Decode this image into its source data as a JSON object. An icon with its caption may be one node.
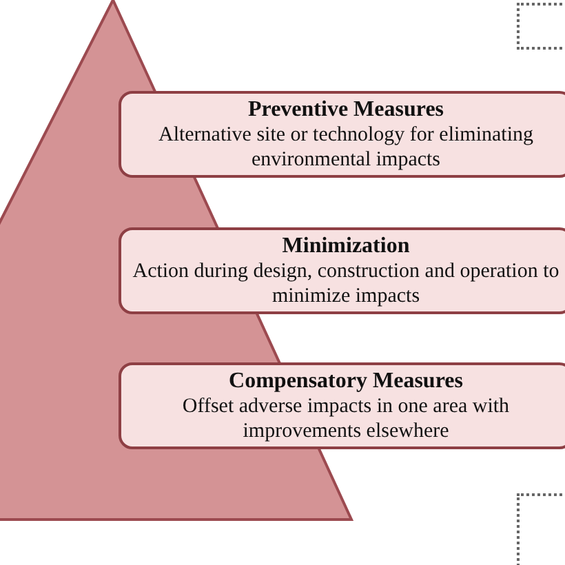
{
  "diagram": {
    "nodes": [
      {
        "text": [],
        "shape": "triangle"
      },
      {
        "text": [],
        "shape": "box"
      },
      {
        "text": [
          "Preventive Measures",
          "Alternative site or technology for eliminating environmental impacts"
        ]
      },
      {
        "text": [
          "Minimization",
          "Action during design, construction and operation to minimize impacts"
        ]
      },
      {
        "text": [
          "Compensatory Measures",
          "Offset adverse impacts in one area with improvements elsewhere"
        ]
      },
      {
        "text": [],
        "shape": "box"
      }
    ],
    "edges": []
  }
}
